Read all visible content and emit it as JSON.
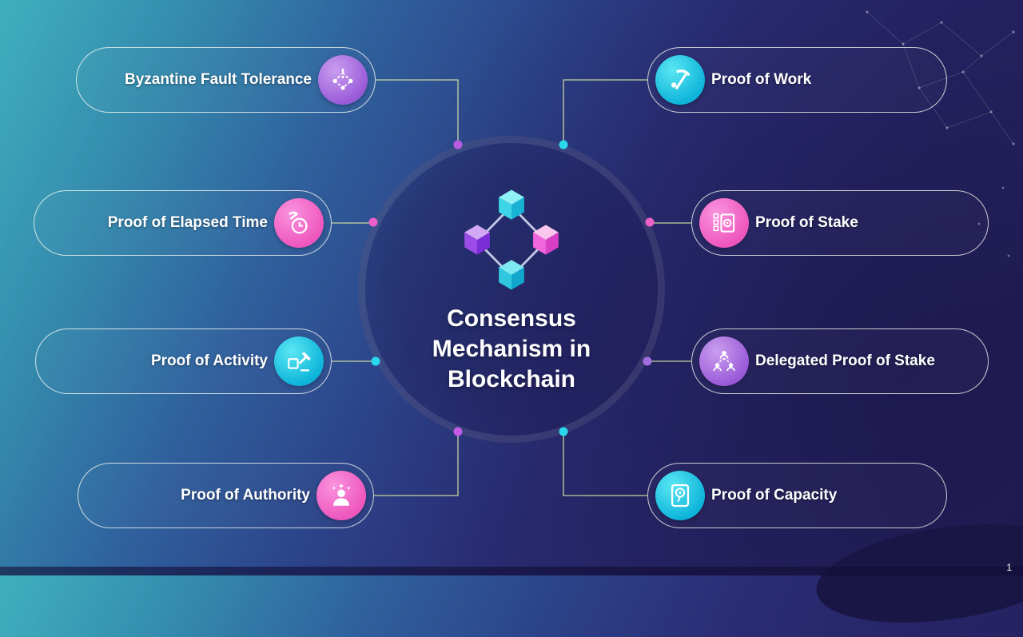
{
  "page_number": "1",
  "center": {
    "title_lines": [
      "Consensus",
      "Mechanism in",
      "Blockchain"
    ],
    "logo": "blockchain-cubes-icon"
  },
  "items": [
    {
      "label": "Byzantine Fault Tolerance",
      "icon": "byzantine-fault-icon",
      "accent": "#a96fe0",
      "side": "left"
    },
    {
      "label": "Proof of Work",
      "icon": "pickaxe-icon",
      "accent": "#17cde8",
      "side": "right"
    },
    {
      "label": "Proof of Elapsed Time",
      "icon": "elapsed-time-icon",
      "accent": "#f060c6",
      "side": "left"
    },
    {
      "label": "Proof of Stake",
      "icon": "stake-safe-icon",
      "accent": "#f060c6",
      "side": "right"
    },
    {
      "label": "Proof of Activity",
      "icon": "activity-gavel-icon",
      "accent": "#17cde8",
      "side": "left"
    },
    {
      "label": "Delegated Proof of Stake",
      "icon": "delegated-stake-icon",
      "accent": "#a96fe0",
      "side": "right"
    },
    {
      "label": "Proof of Authority",
      "icon": "authority-person-icon",
      "accent": "#f573d2",
      "side": "left"
    },
    {
      "label": "Proof of Capacity",
      "icon": "capacity-drive-icon",
      "accent": "#17cde8",
      "side": "right"
    }
  ],
  "colors": {
    "background_from": "#3fb0bf",
    "background_to": "#241f58",
    "connector_line": "#d8e4a2",
    "pill_border": "#faf5f0",
    "dot_purple": "#b95ce0",
    "dot_pink": "#ef5fc8",
    "dot_cyan": "#2bd9ee",
    "cube_cyan": "#3cd6e8",
    "cube_purple": "#9b4ce8",
    "cube_pink": "#f266dd"
  }
}
